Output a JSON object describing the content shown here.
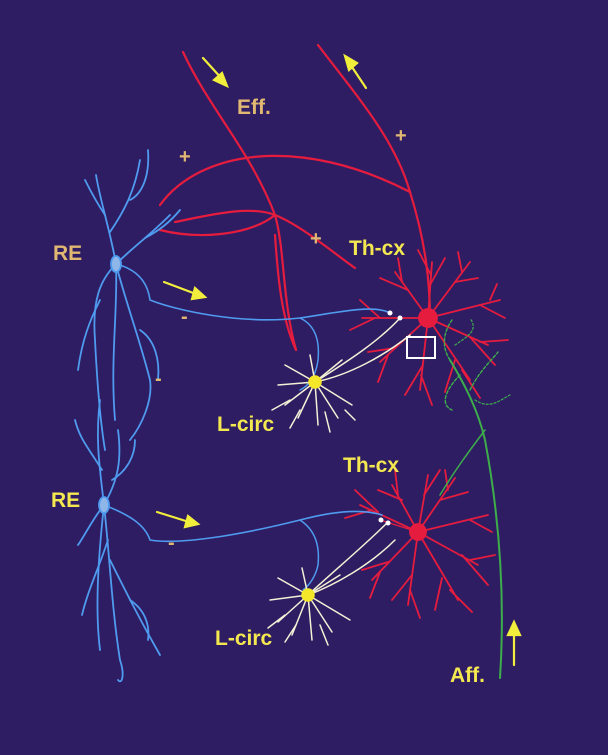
{
  "labels": {
    "eff": "Eff.",
    "re_top": "RE",
    "re_bottom": "RE",
    "thcx_top": "Th-cx",
    "thcx_bottom": "Th-cx",
    "lcirc_top": "L-circ",
    "lcirc_bottom": "L-circ",
    "aff": "Aff."
  },
  "signs": {
    "plus_1": "+",
    "plus_2": "+",
    "plus_3": "+",
    "minus_1": "-",
    "minus_2": "-",
    "minus_3": "-"
  },
  "colors": {
    "background": "#2f1d63",
    "re_neuron": "#4f9bef",
    "thalamocortical_neuron": "#e51c3e",
    "local_circuit_neuron": "#f4f1d6",
    "local_circuit_soma": "#f4e72a",
    "afferent": "#3cae4a",
    "arrow": "#f2ef3c",
    "label_yellow": "#f4e850",
    "label_tan": "#e0b872"
  },
  "icons": {
    "arrow": "arrow-icon",
    "zoom_box": "square-outline-icon"
  }
}
